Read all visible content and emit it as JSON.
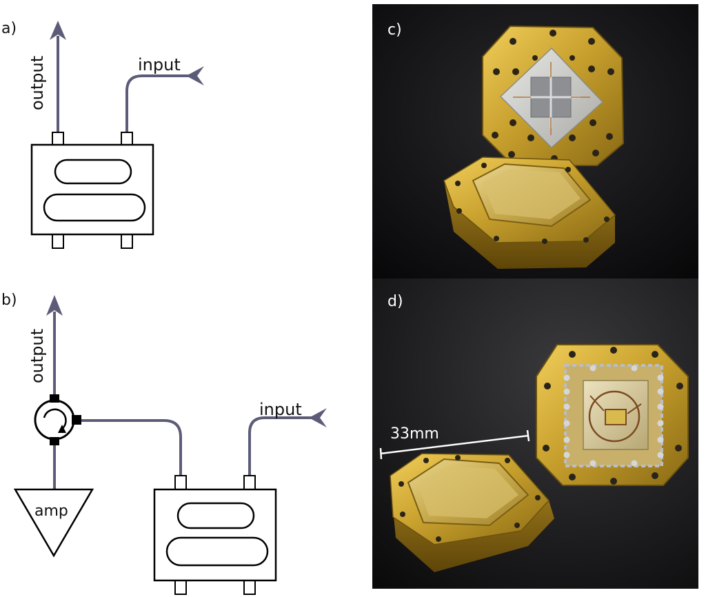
{
  "panels": {
    "a": {
      "label": "a)",
      "output_label": "output",
      "input_label": "input"
    },
    "b": {
      "label": "b)",
      "output_label": "output",
      "input_label": "input",
      "amp_label": "amp"
    },
    "c": {
      "label": "c)"
    },
    "d": {
      "label": "d)",
      "scale_label": "33mm"
    }
  },
  "colors": {
    "wire": "#5c5c78",
    "gold": "#c9a12e",
    "photo_background": "#0d0d0f"
  }
}
